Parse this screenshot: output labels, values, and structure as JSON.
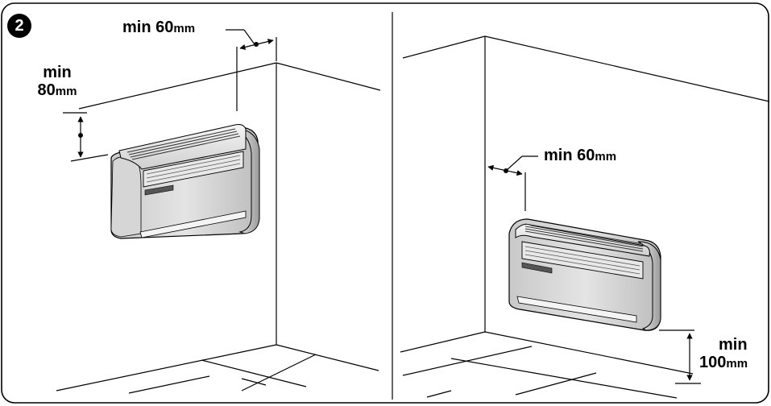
{
  "figure_number": "2",
  "left_panel": {
    "side_clearance": {
      "prefix": "min 60",
      "unit": "mm"
    },
    "top_clearance": {
      "prefix": "min",
      "value": "80",
      "unit": "mm"
    }
  },
  "right_panel": {
    "side_clearance": {
      "prefix": "min 60",
      "unit": "mm"
    },
    "floor_clearance": {
      "prefix": "min",
      "value": "100",
      "unit": "mm"
    }
  }
}
